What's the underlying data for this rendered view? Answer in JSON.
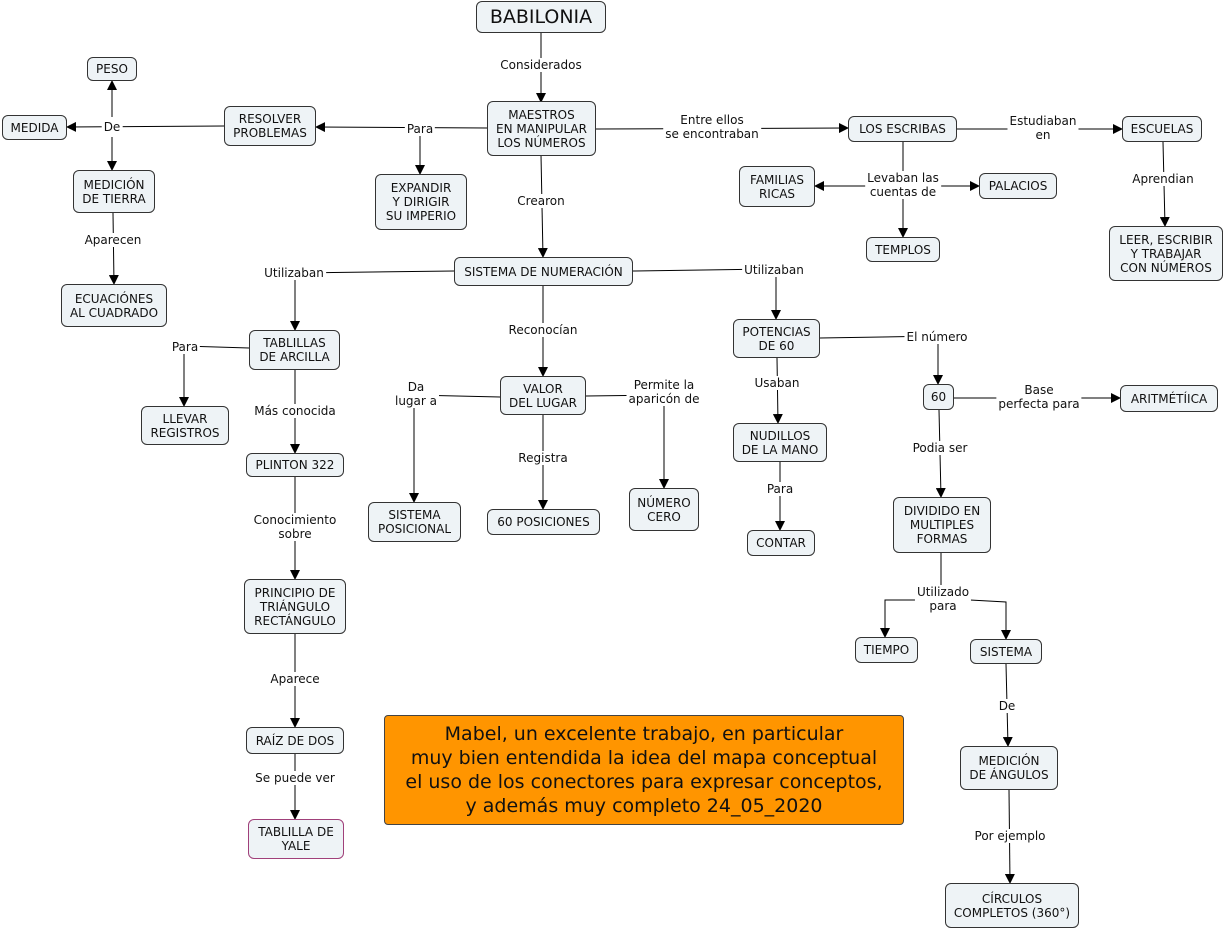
{
  "nodes": {
    "babilonia": "BABILONIA",
    "maestros": "MAESTROS\nEN MANIPULAR\nLOS NÚMEROS",
    "resolver": "RESOLVER\nPROBLEMAS",
    "peso": "PESO",
    "medida": "MEDIDA",
    "medicion_tierra": "MEDICIÓN\nDE TIERRA",
    "ecuaciones": "ECUACIÓNES\nAL CUADRADO",
    "expandir": "EXPANDIR\nY DIRIGIR\nSU IMPERIO",
    "escribas": "LOS ESCRIBAS",
    "escuelas": "ESCUELAS",
    "familias": "FAMILIAS\nRICAS",
    "palacios": "PALACIOS",
    "templos": "TEMPLOS",
    "leer": "LEER, ESCRIBIR\nY TRABAJAR\nCON NÚMEROS",
    "sistema_num": "SISTEMA DE NUMERACIÓN",
    "tablillas": "TABLILLAS\nDE ARCILLA",
    "llevar": "LLEVAR\nREGISTROS",
    "plinton": "PLINTON 322",
    "principio": "PRINCIPIO DE\nTRIÁNGULO\nRECTÁNGULO",
    "raiz": "RAÍZ DE DOS",
    "yale": "TABLILLA DE\nYALE",
    "valor": "VALOR\nDEL LUGAR",
    "posicional": "SISTEMA\nPOSICIONAL",
    "sesenta_pos": "60 POSICIONES",
    "cero": "NÚMERO\nCERO",
    "potencias": "POTENCIAS\nDE 60",
    "nudillos": "NUDILLOS\nDE LA MANO",
    "contar": "CONTAR",
    "sesenta": "60",
    "aritmetica": "ARITMÉTÍICA",
    "dividido": "DIVIDIDO EN\nMULTIPLES\nFORMAS",
    "tiempo": "TIEMPO",
    "sistema": "SISTEMA",
    "angulos": "MEDICIÓN\nDE ÁNGULOS",
    "circulos": "CÍRCULOS\nCOMPLETOS (360°)"
  },
  "labels": {
    "considerados": "Considerados",
    "para1": "Para",
    "de1": "De",
    "aparecen": "Aparecen",
    "entre": "Entre ellos\nse encontraban",
    "estudiaban": "Estudiaban\nen",
    "levaban": "Levaban las\ncuentas de",
    "aprendian": "Aprendian",
    "crearon": "Crearon",
    "utilizaban1": "Utilizaban",
    "utilizaban2": "Utilizaban",
    "para2": "Para",
    "mas_conocida": "Más conocida",
    "conocimiento": "Conocimiento\nsobre",
    "aparece": "Aparece",
    "se_puede": "Se puede ver",
    "reconocian": "Reconocían",
    "da_lugar": "Da\nlugar a",
    "registra": "Registra",
    "permite": "Permite la\naparicón de",
    "usaban": "Usaban",
    "para3": "Para",
    "el_numero": "El número",
    "base": "Base\nperfecta para",
    "podia": "Podia ser",
    "utilizado": "Utilizado\npara",
    "de2": "De",
    "por_ejemplo": "Por ejemplo"
  },
  "note": "Mabel, un excelente trabajo, en particular\nmuy bien entendida la idea del mapa conceptual\nel uso de los conectores para expresar conceptos,\ny además muy completo 24_05_2020",
  "colors": {
    "node_fill": "#eef3f6",
    "note_fill": "#ff9500",
    "accent_border": "#a0407a"
  }
}
